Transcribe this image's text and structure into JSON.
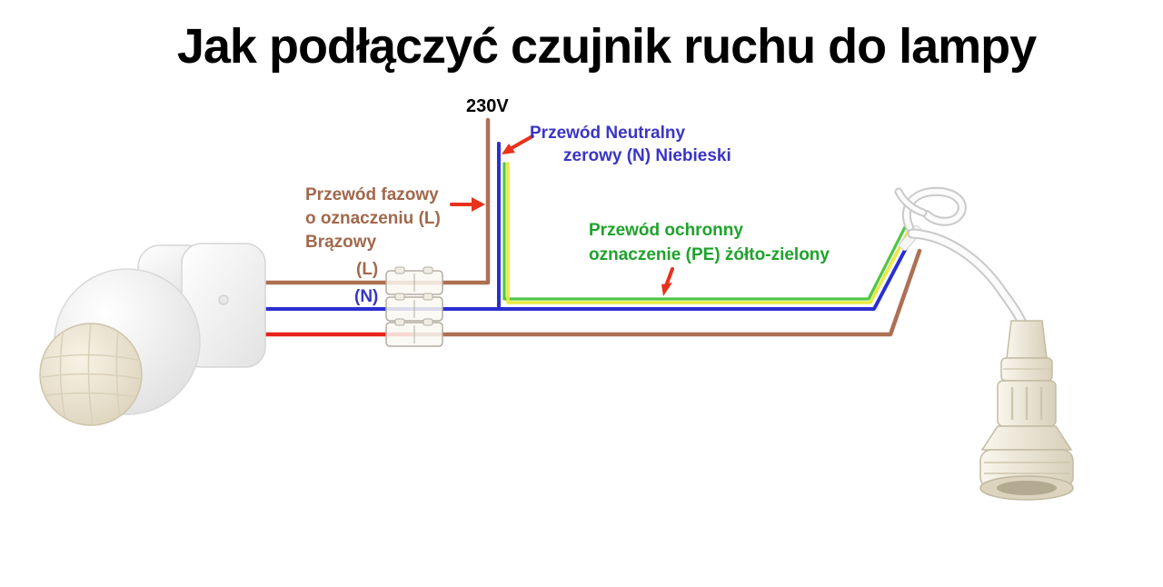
{
  "title": "Jak podłączyć czujnik ruchu do lampy",
  "supply": {
    "voltage": "230V"
  },
  "annotations": {
    "neutral": {
      "line1": "Przewód Neutralny",
      "line2": "zerowy (N) Niebieski"
    },
    "phase": {
      "line1": "Przewód fazowy",
      "line2": "o oznaczeniu (L)",
      "line3": "Brązowy"
    },
    "protective": {
      "line1": "Przewód ochronny",
      "line2": "oznaczenie (PE) żółto-zielony"
    }
  },
  "terminal": {
    "l": "(L)",
    "n": "(N)"
  },
  "colors": {
    "title": "#000000",
    "voltage_text": "#000000",
    "neutral_text": "#3a35c4",
    "phase_text": "#a2684c",
    "pe_text": "#1ea32b",
    "wire_brown": "#ae6f52",
    "wire_blue": "#2b2ed1",
    "wire_red": "#e8231c",
    "wire_green": "#4fc646",
    "wire_yellow": "#e9ea45",
    "arrow_red": "#e8321c"
  }
}
